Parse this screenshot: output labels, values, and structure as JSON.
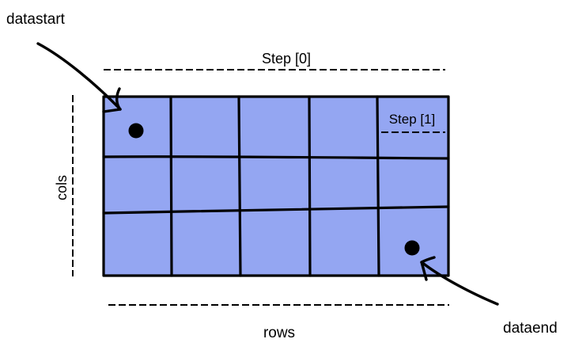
{
  "labels": {
    "datastart": "datastart",
    "step0": "Step [0]",
    "step1": "Step [1]",
    "cols": "cols",
    "rows": "rows",
    "dataend": "dataend"
  },
  "grid": {
    "fill_color": "#94a6f2",
    "line_color": "#000000",
    "columns": 5,
    "rows": 3
  },
  "markers": [
    {
      "name": "data-start-dot",
      "cell": [
        0,
        0
      ]
    },
    {
      "name": "data-end-dot",
      "cell": [
        2,
        4
      ]
    }
  ]
}
